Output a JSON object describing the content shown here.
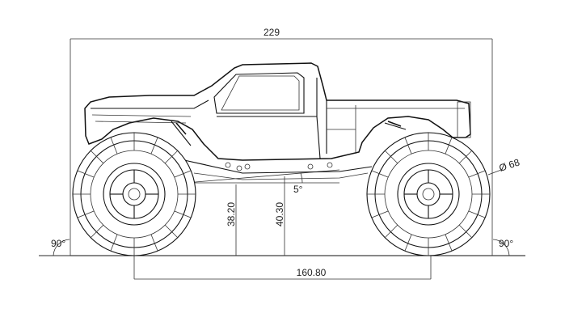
{
  "dimensions": {
    "overall_length": "229",
    "wheelbase": "160.80",
    "front_clearance": "38.20",
    "rear_clearance": "40.30",
    "approach_angle": "90°",
    "departure_angle": "90°",
    "breakover_angle": "5°",
    "tire_diameter": "Ø 68"
  }
}
